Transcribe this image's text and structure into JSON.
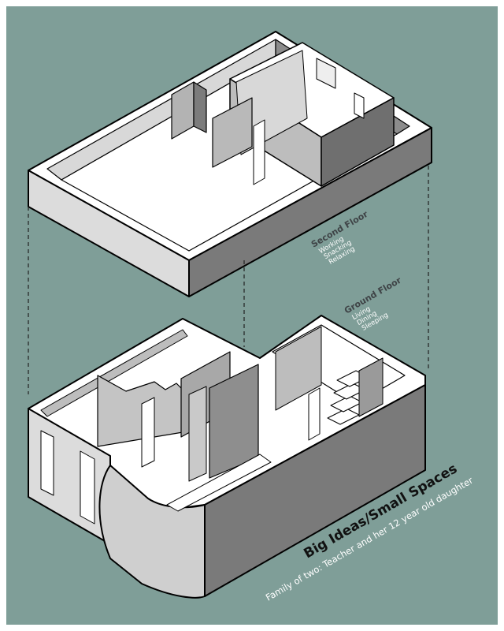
{
  "colors": {
    "background": "#7f9e98",
    "frame": "#ffffff",
    "wall_light": "#dcdcdc",
    "wall_mid": "#b3b3b3",
    "wall_dark": "#6f6f6f",
    "floor": "#ffffff",
    "outline": "#000000"
  },
  "second_floor": {
    "title": "Second Floor",
    "uses": [
      "Working",
      "Snacking",
      "Relaxing"
    ]
  },
  "ground_floor": {
    "title": "Ground Floor",
    "uses": [
      "Living",
      "Dining",
      "Sleeping"
    ]
  },
  "caption": {
    "title": "Big Ideas/Small Spaces",
    "subtitle": "Family of two: Teacher and her 12 year old daughter"
  }
}
